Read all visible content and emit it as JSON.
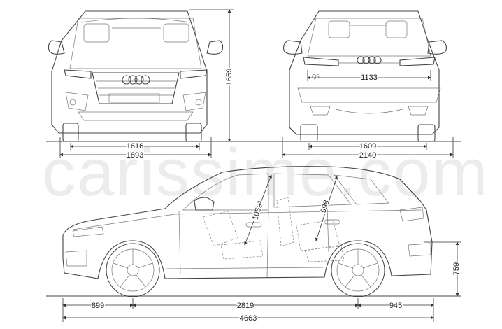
{
  "watermark": "carissime.com",
  "front_view": {
    "track_width": "1616",
    "overall_width": "1893",
    "height": "1659"
  },
  "rear_view": {
    "loading_width": "1133",
    "track_width": "1609",
    "width_with_mirrors": "2140"
  },
  "side_view": {
    "front_headroom": "1059³",
    "rear_headroom": "998",
    "front_overhang": "899",
    "wheelbase": "2819",
    "rear_overhang": "945",
    "overall_length": "4663",
    "side_height": "759"
  },
  "colors": {
    "line": "#444444",
    "watermark": "#ececec",
    "background": "#ffffff"
  }
}
